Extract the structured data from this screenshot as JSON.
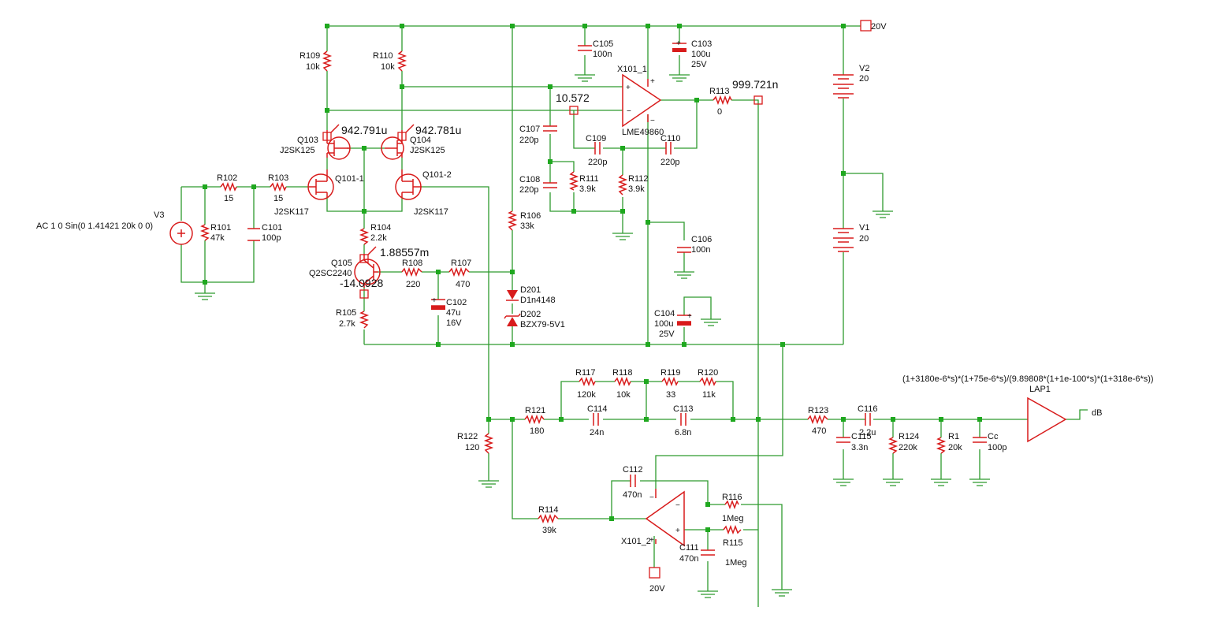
{
  "supply": {
    "label": "20V",
    "bottom_label": "20V"
  },
  "sources": {
    "v2": {
      "name": "V2",
      "value": "20"
    },
    "v1": {
      "name": "V1",
      "value": "20"
    },
    "v3": {
      "name": "V3",
      "value": "AC 1 0 Sin(0 1.41421 20k 0 0)"
    }
  },
  "resistors": {
    "r109": {
      "name": "R109",
      "value": "10k"
    },
    "r110": {
      "name": "R110",
      "value": "10k"
    },
    "r102": {
      "name": "R102",
      "value": "15"
    },
    "r103": {
      "name": "R103",
      "value": "15"
    },
    "r101": {
      "name": "R101",
      "value": "47k"
    },
    "r104": {
      "name": "R104",
      "value": "2.2k"
    },
    "r105": {
      "name": "R105",
      "value": "2.7k"
    },
    "r106": {
      "name": "R106",
      "value": "33k"
    },
    "r107": {
      "name": "R107",
      "value": "470"
    },
    "r108": {
      "name": "R108",
      "value": "220"
    },
    "r111": {
      "name": "R111",
      "value": "3.9k"
    },
    "r112": {
      "name": "R112",
      "value": "3.9k"
    },
    "r113": {
      "name": "R113",
      "value": "0"
    },
    "r114": {
      "name": "R114",
      "value": "39k"
    },
    "r115": {
      "name": "R115",
      "value": "1Meg"
    },
    "r116": {
      "name": "R116",
      "value": "1Meg"
    },
    "r117": {
      "name": "R117",
      "value": "120k"
    },
    "r118": {
      "name": "R118",
      "value": "10k"
    },
    "r119": {
      "name": "R119",
      "value": "33"
    },
    "r120": {
      "name": "R120",
      "value": "11k"
    },
    "r121": {
      "name": "R121",
      "value": "180"
    },
    "r122": {
      "name": "R122",
      "value": "120"
    },
    "r123": {
      "name": "R123",
      "value": "470"
    },
    "r124": {
      "name": "R124",
      "value": "220k"
    },
    "r1": {
      "name": "R1",
      "value": "20k"
    }
  },
  "capacitors": {
    "c101": {
      "name": "C101",
      "value": "100p"
    },
    "c102": {
      "name": "C102",
      "value": "47u",
      "rating": "16V"
    },
    "c103": {
      "name": "C103",
      "value": "100u",
      "rating": "25V"
    },
    "c104": {
      "name": "C104",
      "value": "100u",
      "rating": "25V"
    },
    "c105": {
      "name": "C105",
      "value": "100n"
    },
    "c106": {
      "name": "C106",
      "value": "100n"
    },
    "c107": {
      "name": "C107",
      "value": "220p"
    },
    "c108": {
      "name": "C108",
      "value": "220p"
    },
    "c109": {
      "name": "C109",
      "value": "220p"
    },
    "c110": {
      "name": "C110",
      "value": "220p"
    },
    "c111": {
      "name": "C111",
      "value": "470n"
    },
    "c112": {
      "name": "C112",
      "value": "470n"
    },
    "c113": {
      "name": "C113",
      "value": "6.8n"
    },
    "c114": {
      "name": "C114",
      "value": "24n"
    },
    "c115": {
      "name": "C115",
      "value": "3.3n"
    },
    "c116": {
      "name": "C116",
      "value": "2.2u"
    },
    "cc": {
      "name": "Cc",
      "value": "100p"
    }
  },
  "transistors": {
    "q103": {
      "name": "Q103",
      "model": "J2SK125"
    },
    "q104": {
      "name": "Q104",
      "model": "J2SK125"
    },
    "q101_1": {
      "name": "Q101-1",
      "model": "J2SK117"
    },
    "q101_2": {
      "name": "Q101-2",
      "model": "J2SK117"
    },
    "q105": {
      "name": "Q105",
      "model": "Q2SC2240"
    }
  },
  "diodes": {
    "d201": {
      "name": "D201",
      "model": "D1n4148"
    },
    "d202": {
      "name": "D202",
      "model": "BZX79-5V1"
    }
  },
  "opamps": {
    "x101_1": {
      "name": "X101_1",
      "model": "LME49860"
    },
    "x101_2": {
      "name": "X101_2"
    }
  },
  "probes": {
    "q103": "942.791u",
    "q104": "942.781u",
    "q105_top": "1.88557m",
    "q105_bot": "-14.0928",
    "opamp_in": "10.572",
    "output": "999.721n"
  },
  "laplace": {
    "name": "LAP1",
    "expression": "(1+3180e-6*s)*(1+75e-6*s)/(9.89808*(1+1e-100*s)*(1+318e-6*s))",
    "output_label": "dB"
  },
  "colors": {
    "wire": "#2e9a2e",
    "component": "#d81b1b",
    "node": "#1fa81f"
  }
}
